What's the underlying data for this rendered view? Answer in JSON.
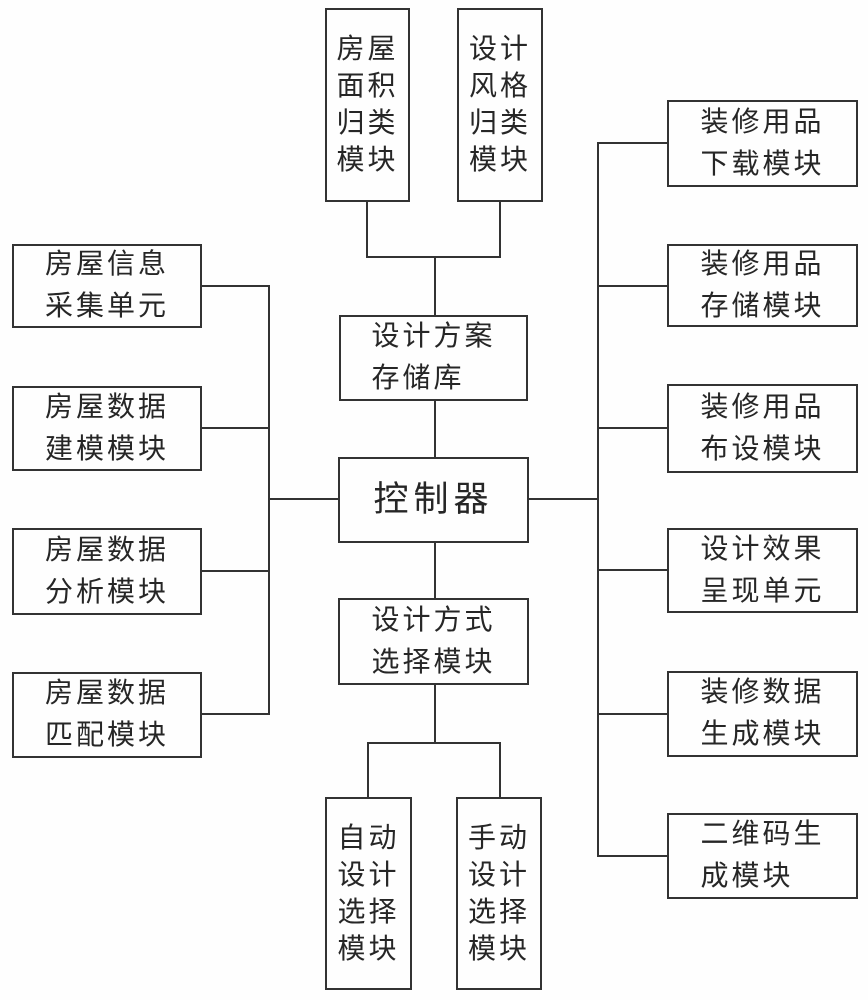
{
  "diagram": {
    "colors": {
      "background": "#fefefe",
      "line": "#333333",
      "text": "#262626"
    },
    "nodes": {
      "top": [
        {
          "label": "房屋\n面积\n归类\n模块"
        },
        {
          "label": "设计\n风格\n归类\n模块"
        }
      ],
      "center": {
        "plan_store": {
          "label": "设计方案\n存储库"
        },
        "controller": {
          "label": "控制器"
        },
        "mode_select": {
          "label": "设计方式\n选择模块"
        }
      },
      "left": [
        {
          "label": "房屋信息\n采集单元"
        },
        {
          "label": "房屋数据\n建模模块"
        },
        {
          "label": "房屋数据\n分析模块"
        },
        {
          "label": "房屋数据\n匹配模块"
        }
      ],
      "right": [
        {
          "label": "装修用品\n下载模块"
        },
        {
          "label": "装修用品\n存储模块"
        },
        {
          "label": "装修用品\n布设模块"
        },
        {
          "label": "设计效果\n呈现单元"
        },
        {
          "label": "装修数据\n生成模块"
        },
        {
          "label": "二维码生\n成模块"
        }
      ],
      "bottom": [
        {
          "label": "自动\n设计\n选择\n模块"
        },
        {
          "label": "手动\n设计\n选择\n模块"
        }
      ]
    }
  }
}
